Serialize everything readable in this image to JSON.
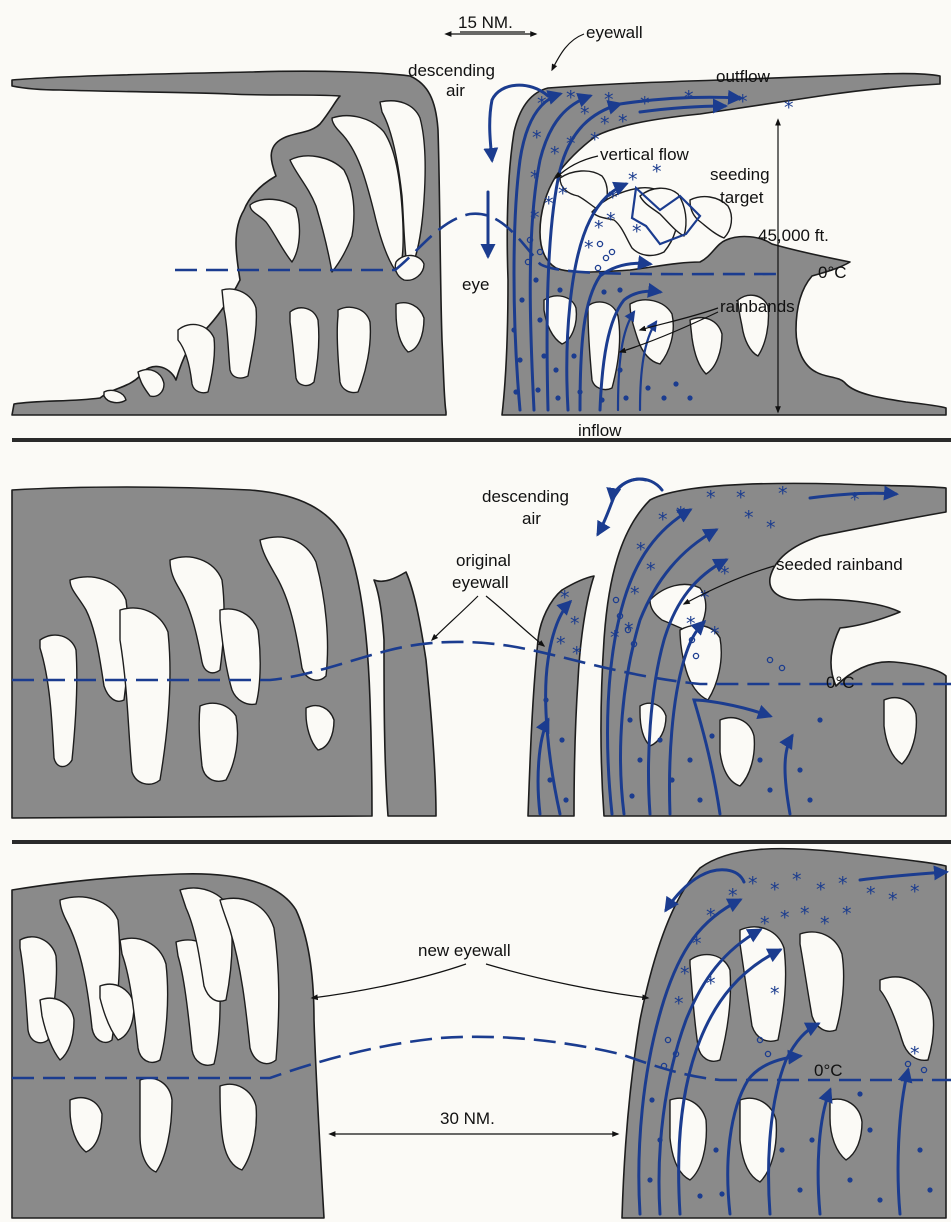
{
  "panel1": {
    "scale_label": "15 NM.",
    "descending_air_1": "descending",
    "descending_air_2": "air",
    "eyewall": "eyewall",
    "outflow": "outflow",
    "vertical_flow": "vertical flow",
    "seeding_target_1": "seeding",
    "seeding_target_2": "target",
    "height": "45,000 ft.",
    "freezing": "0°C",
    "eye": "eye",
    "rainbands": "rainbands",
    "inflow": "inflow"
  },
  "panel2": {
    "descending_air_1": "descending",
    "descending_air_2": "air",
    "original_eyewall_1": "original",
    "original_eyewall_2": "eyewall",
    "seeded_rainband": "seeded rainband",
    "freezing": "0°C"
  },
  "panel3": {
    "new_eyewall": "new eyewall",
    "scale_label": "30 NM.",
    "freezing": "0°C"
  },
  "colors": {
    "cloud": "#8a8a8a",
    "flow": "#1b3c8f",
    "background": "#fbfaf6"
  }
}
